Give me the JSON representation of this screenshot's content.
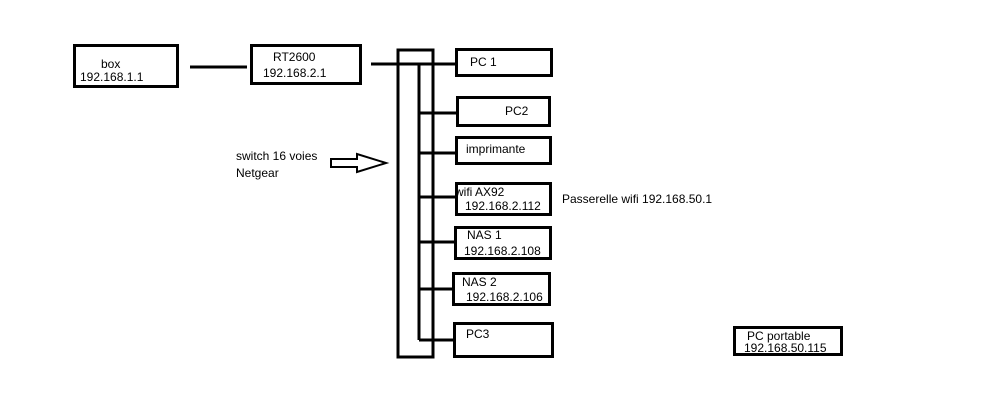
{
  "nodes": {
    "box": {
      "name": "box",
      "ip": "192.168.1.1"
    },
    "router": {
      "name": "RT2600",
      "ip": "192.168.2.1"
    },
    "pc1": {
      "name": "PC 1"
    },
    "pc2": {
      "name": "PC2"
    },
    "printer": {
      "name": "imprimante"
    },
    "wifi": {
      "name": "wifi AX92",
      "ip": "192.168.2.112"
    },
    "nas1": {
      "name": "NAS 1",
      "ip": "192.168.2.108"
    },
    "nas2": {
      "name": "NAS 2",
      "ip": "192.168.2.106"
    },
    "pc3": {
      "name": "PC3"
    },
    "laptop": {
      "name": "PC portable",
      "ip": "192.168.50.115"
    }
  },
  "switch_label": {
    "line1": "switch 16 voies",
    "line2": "Netgear"
  },
  "wifi_gateway_label": "Passerelle wifi 192.168.50.1",
  "colors": {
    "stroke": "#000000",
    "background": "#ffffff",
    "text": "#000000"
  }
}
